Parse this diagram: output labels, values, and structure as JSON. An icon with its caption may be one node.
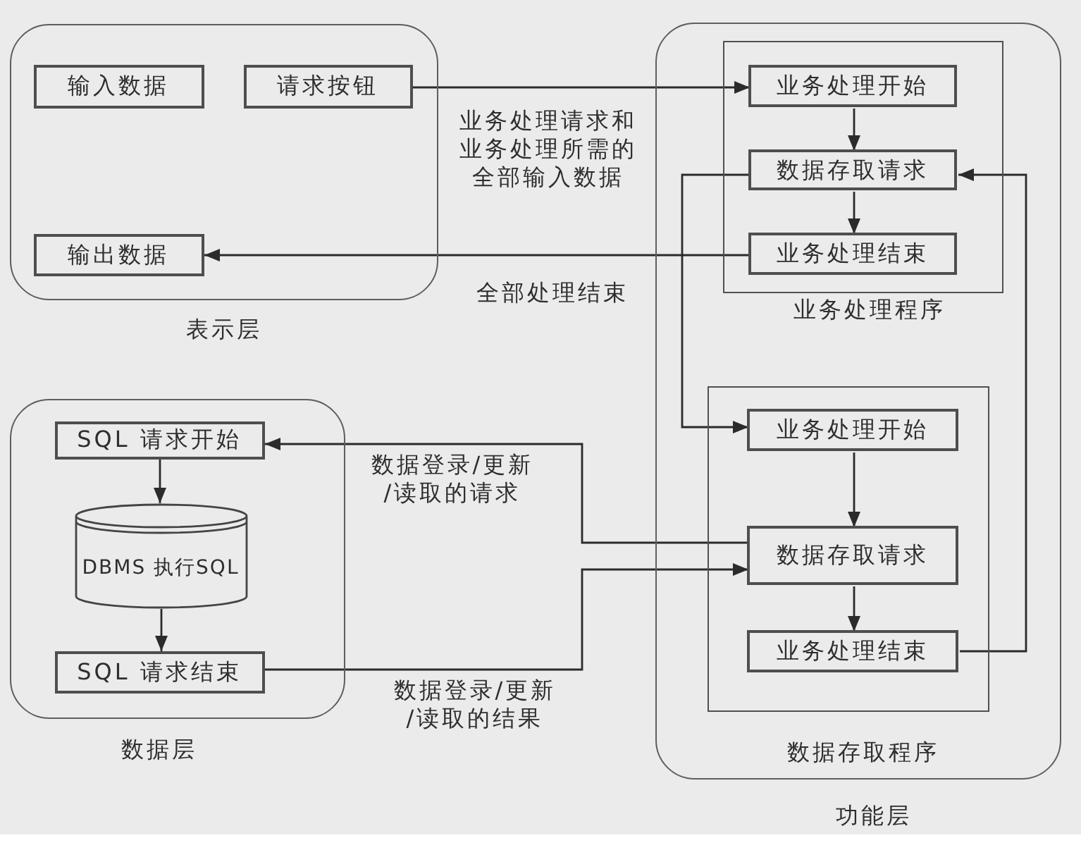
{
  "diagram": {
    "nodes": [
      {
        "text": [
          "表示层"
        ]
      },
      {
        "text": [
          "输入数据"
        ],
        "in": 0
      },
      {
        "text": [
          "请求按钮"
        ],
        "in": 0
      },
      {
        "text": [
          "输出数据"
        ],
        "in": 0
      },
      {
        "text": [
          "功能层"
        ]
      },
      {
        "text": [
          "业务处理程序"
        ],
        "in": 4
      },
      {
        "text": [
          "业务处理开始"
        ],
        "in": 5
      },
      {
        "text": [
          "数据存取请求"
        ],
        "in": 5
      },
      {
        "text": [
          "业务处理结束"
        ],
        "in": 5
      },
      {
        "text": [
          "数据存取程序"
        ],
        "in": 4
      },
      {
        "text": [
          "业务处理开始"
        ],
        "in": 9
      },
      {
        "text": [
          "数据存取请求"
        ],
        "in": 9
      },
      {
        "text": [
          "业务处理结束"
        ],
        "in": 9
      },
      {
        "text": [
          "数据层"
        ]
      },
      {
        "text": [
          "SQL 请求开始"
        ],
        "in": 13
      },
      {
        "text": [
          "DBMS 执行SQL"
        ],
        "in": 13
      },
      {
        "text": [
          "SQL 请求结束"
        ],
        "in": 13
      }
    ],
    "edges": [
      {
        "from": 2,
        "to": 6,
        "arrow": "to",
        "label": "业务处理请求和业务处理所需的全部输入数据"
      },
      {
        "from": 8,
        "to": 3,
        "arrow": "to",
        "label": "全部处理结束"
      },
      {
        "from": 6,
        "to": 7,
        "arrow": "to"
      },
      {
        "from": 7,
        "to": 8,
        "arrow": "to"
      },
      {
        "from": 7,
        "to": 10,
        "arrow": "to"
      },
      {
        "from": 12,
        "to": 7,
        "arrow": "to"
      },
      {
        "from": 10,
        "to": 11,
        "arrow": "to"
      },
      {
        "from": 11,
        "to": 12,
        "arrow": "to"
      },
      {
        "from": 11,
        "to": 14,
        "arrow": "to",
        "label": "数据登录/更新/读取的请求"
      },
      {
        "from": 16,
        "to": 11,
        "arrow": "to",
        "label": "数据登录/更新/读取的结果"
      },
      {
        "from": 14,
        "to": 15,
        "arrow": "to"
      },
      {
        "from": 15,
        "to": 16,
        "arrow": "to"
      }
    ]
  }
}
